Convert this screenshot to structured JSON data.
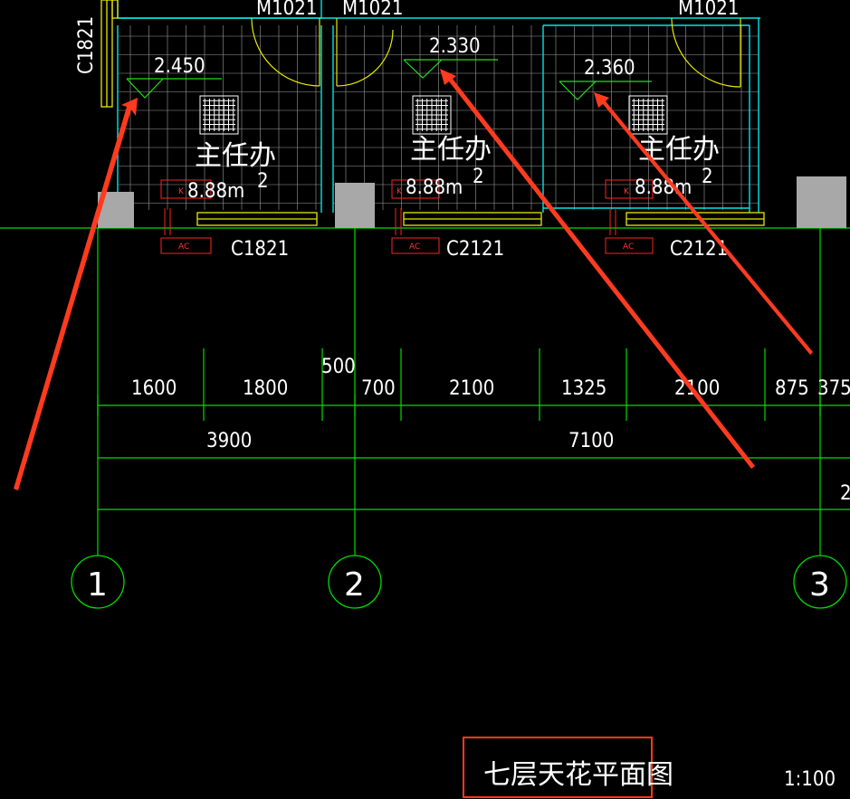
{
  "drawing": {
    "title": "七层天花平面图",
    "scale": "1:100",
    "colors": {
      "background": "#000000",
      "grid_lines": "#00ff00",
      "walls": "#00ffff",
      "windows": "#ffff00",
      "fixtures": "#ffffff",
      "annotation": "#ff3b1f",
      "room_outline": "#ff3333"
    }
  },
  "doors": [
    "M1021",
    "M1021",
    "M1021"
  ],
  "window_side_label": "C1821",
  "rooms": [
    {
      "name": "主任办",
      "ceiling_level": "2.450",
      "area": "8.88m",
      "area_unit_sup": "2",
      "window": "C1821",
      "tag_k": "K",
      "tag_ac": "AC"
    },
    {
      "name": "主任办",
      "ceiling_level": "2.330",
      "area": "8.88m",
      "area_unit_sup": "2",
      "window": "C2121",
      "tag_k": "K",
      "tag_ac": "AC"
    },
    {
      "name": "主任办",
      "ceiling_level": "2.360",
      "area": "8.88m",
      "area_unit_sup": "2",
      "window": "C2121",
      "tag_k": "K",
      "tag_ac": "AC"
    }
  ],
  "dimensions": {
    "row1": [
      "1600",
      "1800",
      "500",
      "700",
      "2100",
      "1325",
      "2100",
      "875",
      "375"
    ],
    "row2": [
      "3900",
      "7100"
    ],
    "row3_partial": "2"
  },
  "axes": [
    "1",
    "2",
    "3"
  ]
}
